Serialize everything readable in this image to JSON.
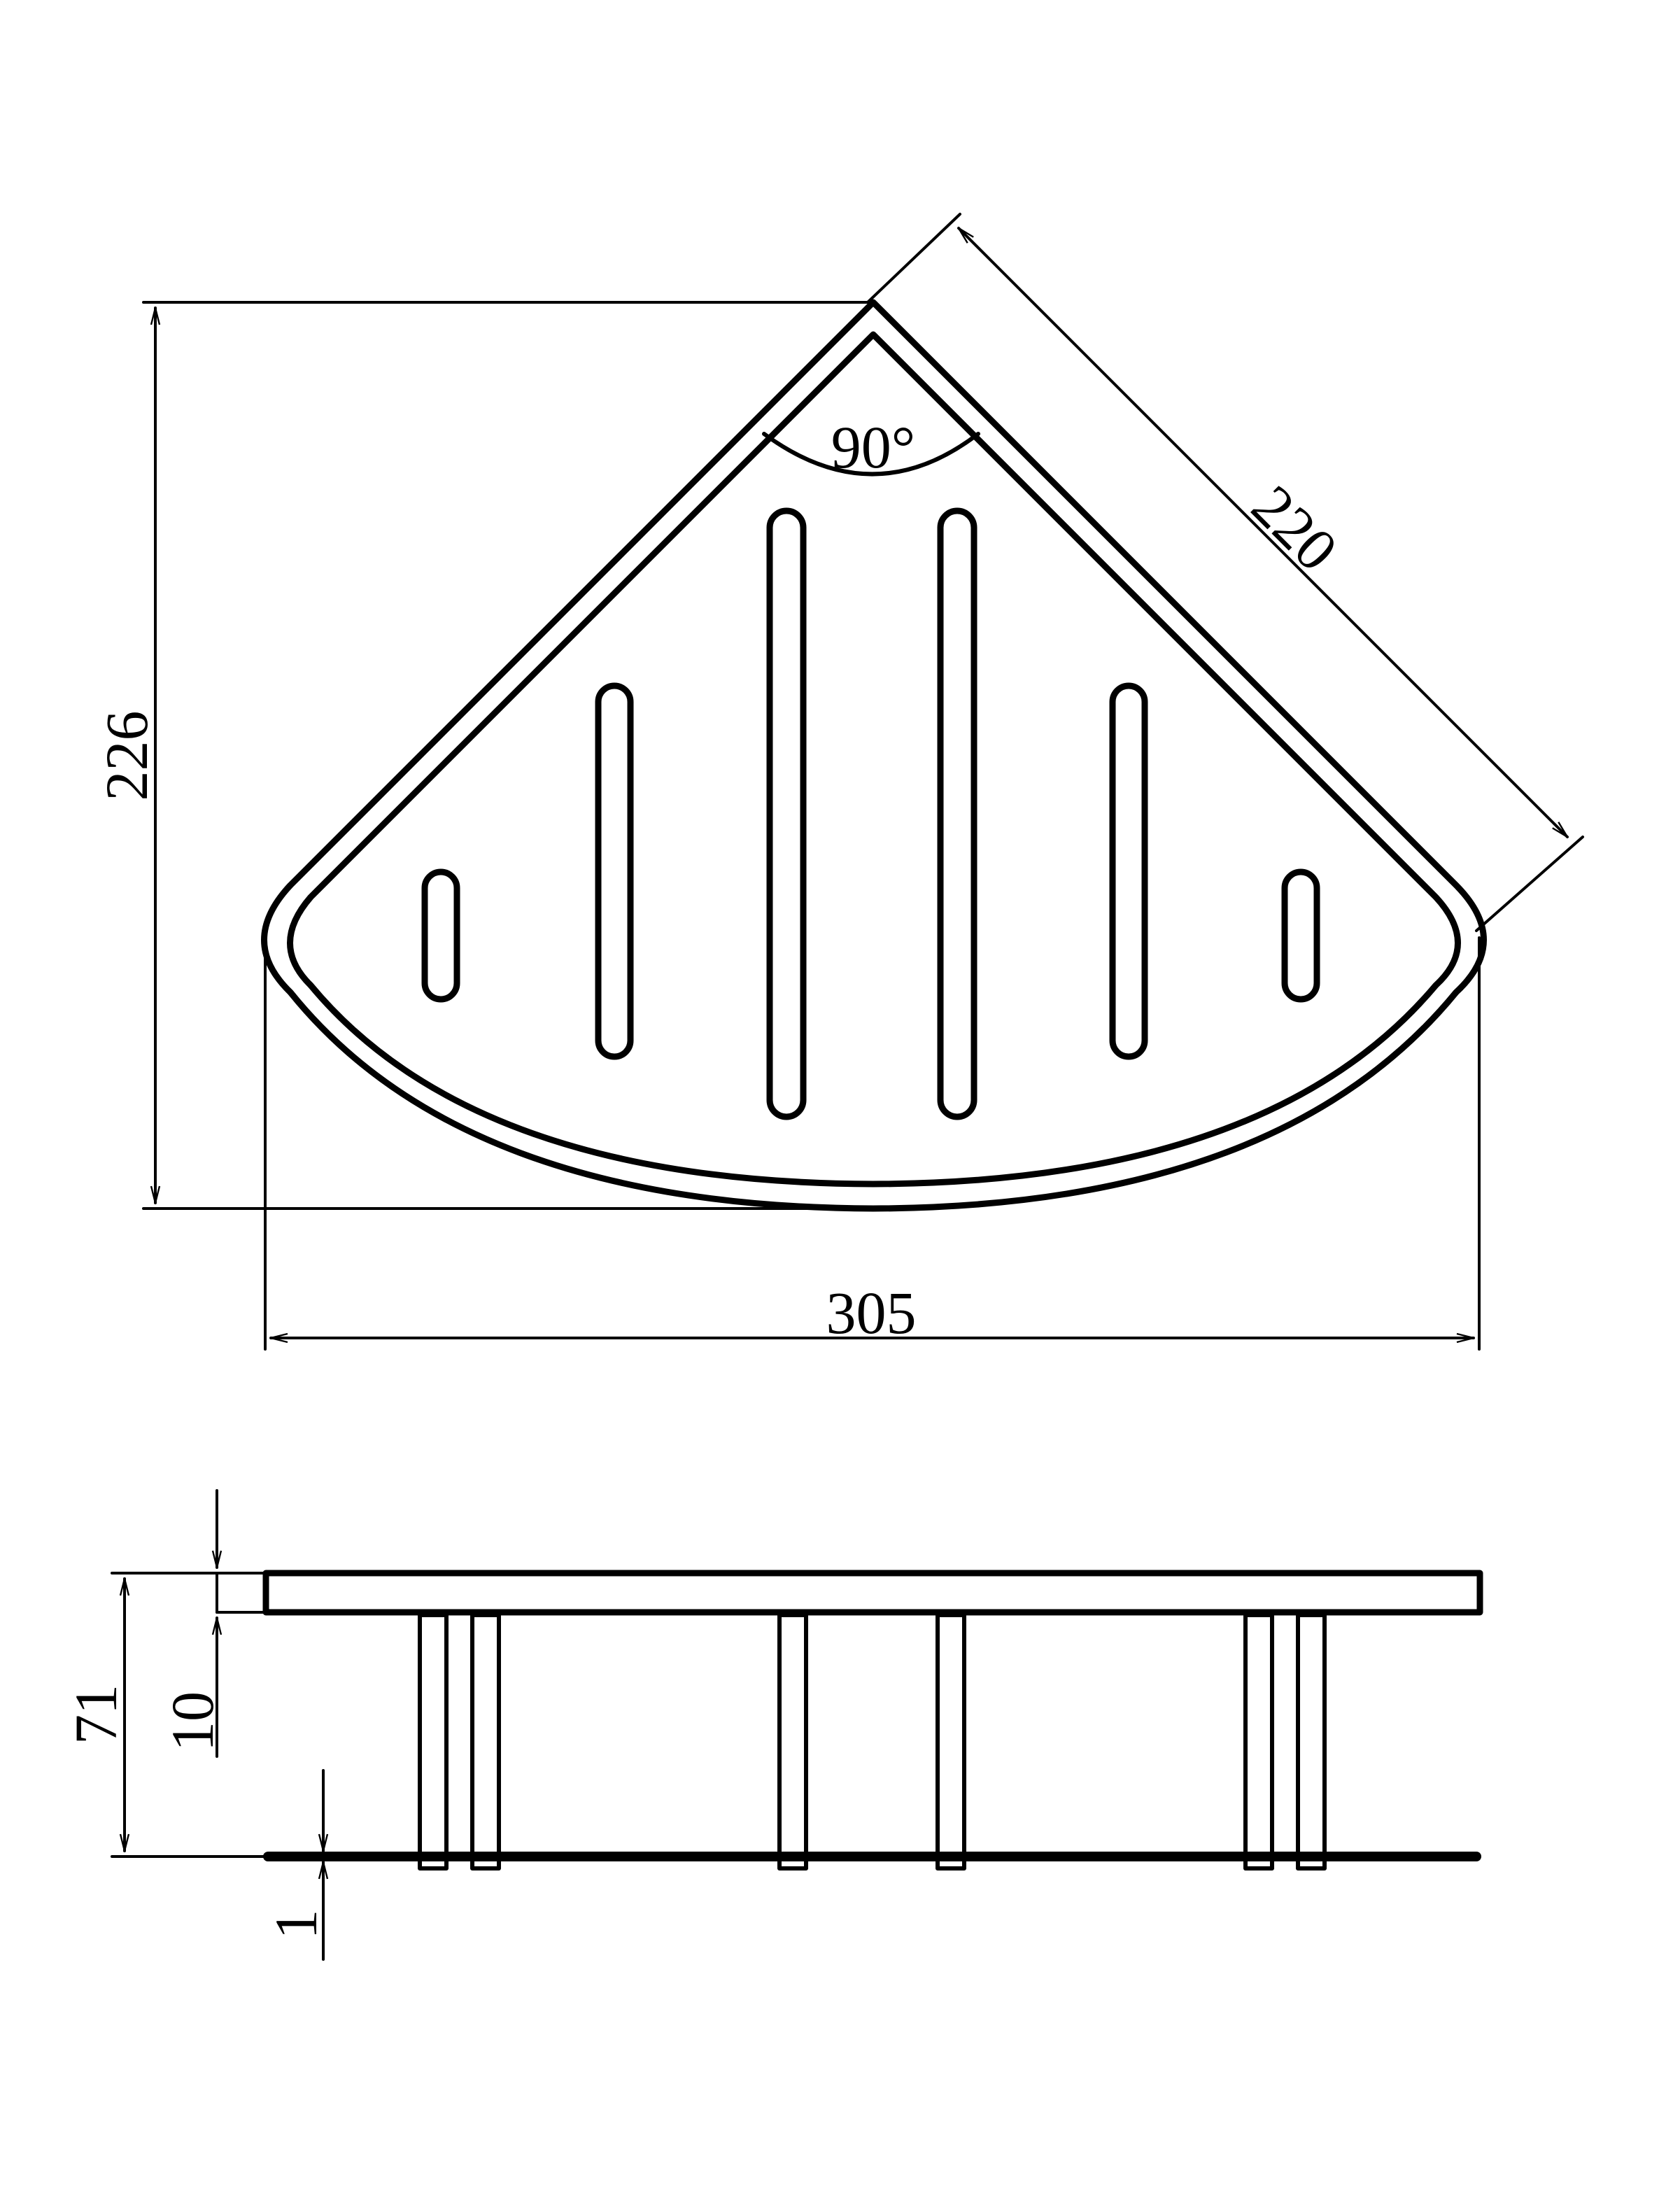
{
  "top_view": {
    "height_dimension": "226",
    "width_dimension": "305",
    "side_dimension": "220",
    "corner_angle": "90°"
  },
  "side_view": {
    "total_height_dimension": "71",
    "rim_thickness_dimension": "10",
    "foot_dimension": "1"
  }
}
